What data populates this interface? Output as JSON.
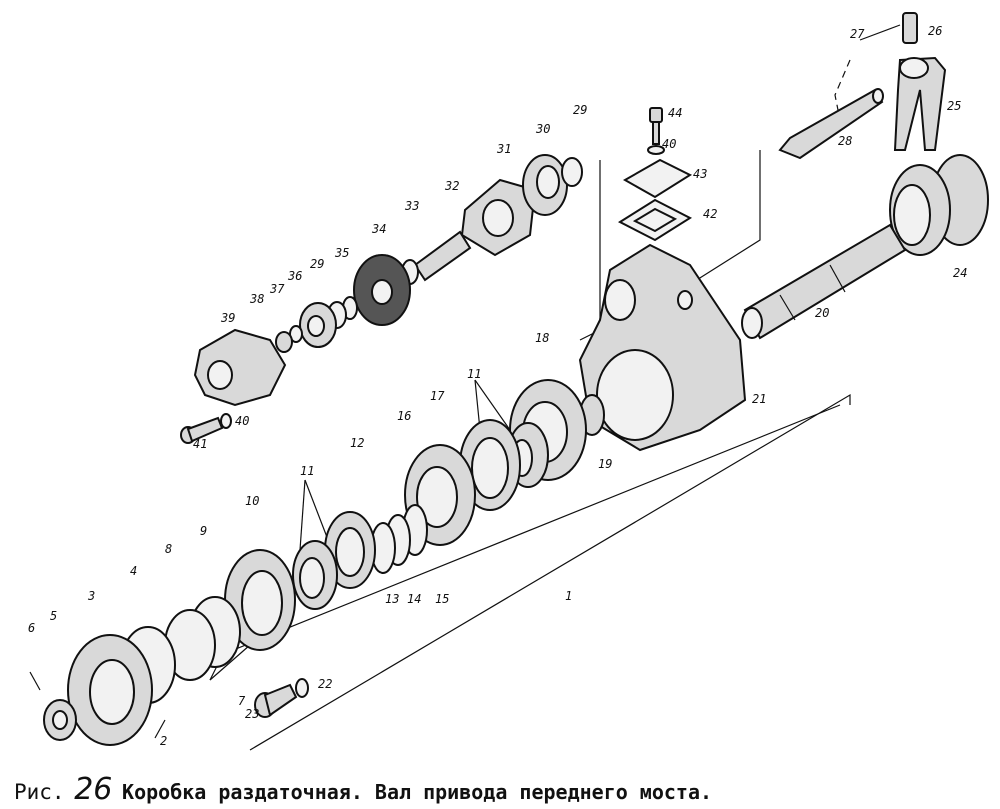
{
  "caption": {
    "prefix": "Рис.",
    "number": "26",
    "title": "Коробка раздаточная. Вал привода переднего моста."
  },
  "part_numbers": [
    "1",
    "2",
    "3",
    "4",
    "5",
    "6",
    "7",
    "8",
    "9",
    "10",
    "11",
    "11",
    "12",
    "13",
    "14",
    "15",
    "16",
    "17",
    "18",
    "19",
    "20",
    "21",
    "22",
    "23",
    "24",
    "25",
    "26",
    "27",
    "28",
    "29",
    "29",
    "30",
    "31",
    "32",
    "33",
    "34",
    "35",
    "36",
    "37",
    "38",
    "39",
    "40",
    "40",
    "41",
    "42",
    "43",
    "44"
  ]
}
